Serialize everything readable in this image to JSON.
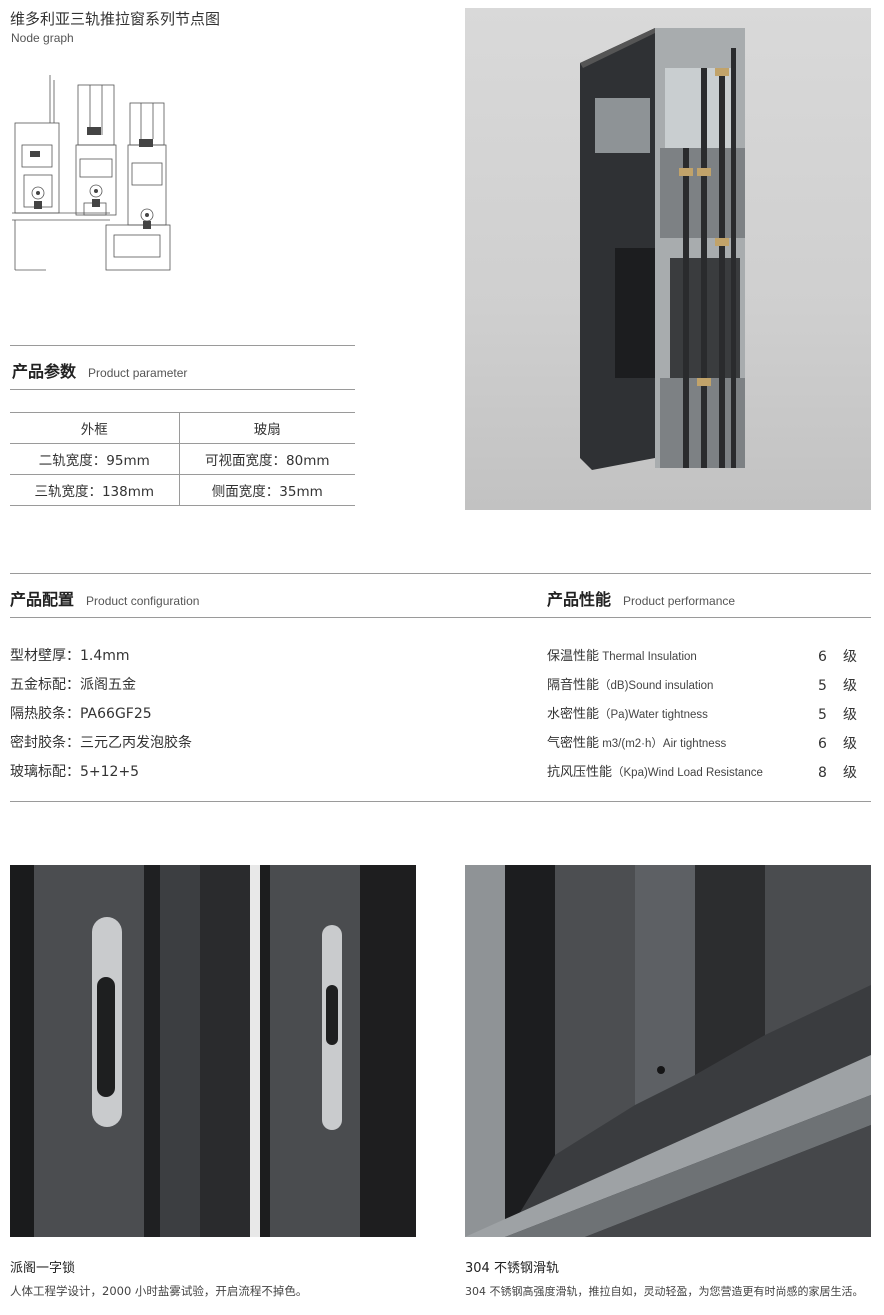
{
  "header": {
    "title": "维多利亚三轨推拉窗系列节点图",
    "subtitle": "Node graph"
  },
  "parameter": {
    "title_cn": "产品参数",
    "title_en": "Product parameter",
    "headers": [
      "外框",
      "玻扇"
    ],
    "rows": [
      [
        "二轨宽度：95mm",
        "可视面宽度：80mm"
      ],
      [
        "三轨宽度：138mm",
        "侧面宽度：35mm"
      ]
    ]
  },
  "configuration": {
    "title_cn": "产品配置",
    "title_en": "Product configuration",
    "items": [
      "型材壁厚：1.4mm",
      "五金标配：派阁五金",
      "隔热胶条：PA66GF25",
      "密封胶条：三元乙丙发泡胶条",
      "玻璃标配：5+12+5"
    ]
  },
  "performance": {
    "title_cn": "产品性能",
    "title_en": "Product performance",
    "items": [
      {
        "cn": "保温性能",
        "en": " Thermal Insulation",
        "value": "6",
        "unit": "级"
      },
      {
        "cn": "隔音性能",
        "en": "（dB)Sound insulation",
        "value": "5",
        "unit": "级"
      },
      {
        "cn": "水密性能",
        "en": "（Pa)Water tightness",
        "value": "5",
        "unit": "级"
      },
      {
        "cn": "气密性能",
        "en": " m3/(m2·h）Air tightness",
        "value": "6",
        "unit": "级"
      },
      {
        "cn": "抗风压性能",
        "en": "（Kpa)Wind Load Resistance",
        "value": "8",
        "unit": "级"
      }
    ]
  },
  "features": [
    {
      "title": "派阁一字锁",
      "text": "人体工程学设计，2000 小时盐雾试验，开启流程不掉色。"
    },
    {
      "title": "304 不锈钢滑轨",
      "text": "304 不锈钢高强度滑轨，推拉自如，灵动轻盈，为您营造更有时尚感的家居生活。"
    }
  ]
}
